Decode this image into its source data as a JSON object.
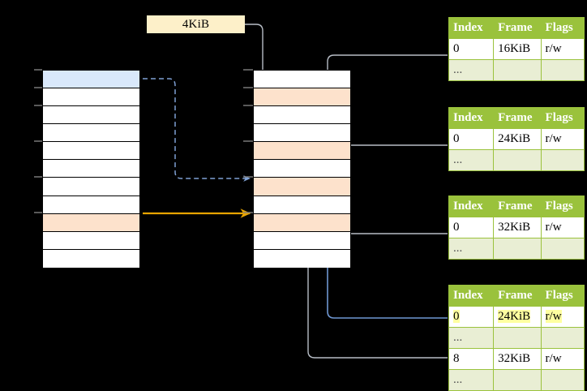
{
  "diagram": {
    "title": "page-table-walk",
    "colors": {
      "table_header_bg": "#9ac23c",
      "table_ellipsis_bg": "#e9eed4",
      "highlight_yellow": "#ffffa0",
      "row_blue": "#d9e8fb",
      "row_orange": "#fde2cc",
      "arrow_blue": "#4d79bd",
      "arrow_orange": "#e8a400",
      "wire_gray": "#b3b3b3",
      "callout_bg": "#fdf0c9"
    }
  },
  "callout": {
    "label": "4KiB"
  },
  "left_column": {
    "name": "left-memory-column",
    "rows": [
      {
        "fill": "blue"
      },
      {
        "fill": "white"
      },
      {
        "fill": "white"
      },
      {
        "fill": "white"
      },
      {
        "fill": "white"
      },
      {
        "fill": "white"
      },
      {
        "fill": "white"
      },
      {
        "fill": "white"
      },
      {
        "fill": "orange"
      },
      {
        "fill": "white"
      },
      {
        "fill": "white"
      }
    ]
  },
  "middle_column": {
    "name": "middle-memory-column",
    "rows": [
      {
        "fill": "white"
      },
      {
        "fill": "orange"
      },
      {
        "fill": "white"
      },
      {
        "fill": "white"
      },
      {
        "fill": "orange"
      },
      {
        "fill": "white"
      },
      {
        "fill": "orange"
      },
      {
        "fill": "white"
      },
      {
        "fill": "orange"
      },
      {
        "fill": "white"
      },
      {
        "fill": "white"
      }
    ]
  },
  "page_tables": [
    {
      "name": "page-table-1",
      "headers": [
        "Index",
        "Frame",
        "Flags"
      ],
      "rows": [
        {
          "type": "data",
          "index": "0",
          "frame": "16KiB",
          "flags": "r/w",
          "highlight": false
        },
        {
          "type": "ellipsis",
          "index": "...",
          "frame": "",
          "flags": ""
        }
      ]
    },
    {
      "name": "page-table-2",
      "headers": [
        "Index",
        "Frame",
        "Flags"
      ],
      "rows": [
        {
          "type": "data",
          "index": "0",
          "frame": "24KiB",
          "flags": "r/w",
          "highlight": false
        },
        {
          "type": "ellipsis",
          "index": "...",
          "frame": "",
          "flags": ""
        }
      ]
    },
    {
      "name": "page-table-3",
      "headers": [
        "Index",
        "Frame",
        "Flags"
      ],
      "rows": [
        {
          "type": "data",
          "index": "0",
          "frame": "32KiB",
          "flags": "r/w",
          "highlight": false
        },
        {
          "type": "ellipsis",
          "index": "...",
          "frame": "",
          "flags": ""
        }
      ]
    },
    {
      "name": "page-table-4",
      "headers": [
        "Index",
        "Frame",
        "Flags"
      ],
      "rows": [
        {
          "type": "data",
          "index": "0",
          "frame": "24KiB",
          "flags": "r/w",
          "highlight": true
        },
        {
          "type": "ellipsis",
          "index": "...",
          "frame": "",
          "flags": ""
        },
        {
          "type": "data",
          "index": "8",
          "frame": "32KiB",
          "flags": "r/w",
          "highlight": false
        },
        {
          "type": "ellipsis",
          "index": "...",
          "frame": "",
          "flags": ""
        }
      ]
    }
  ]
}
